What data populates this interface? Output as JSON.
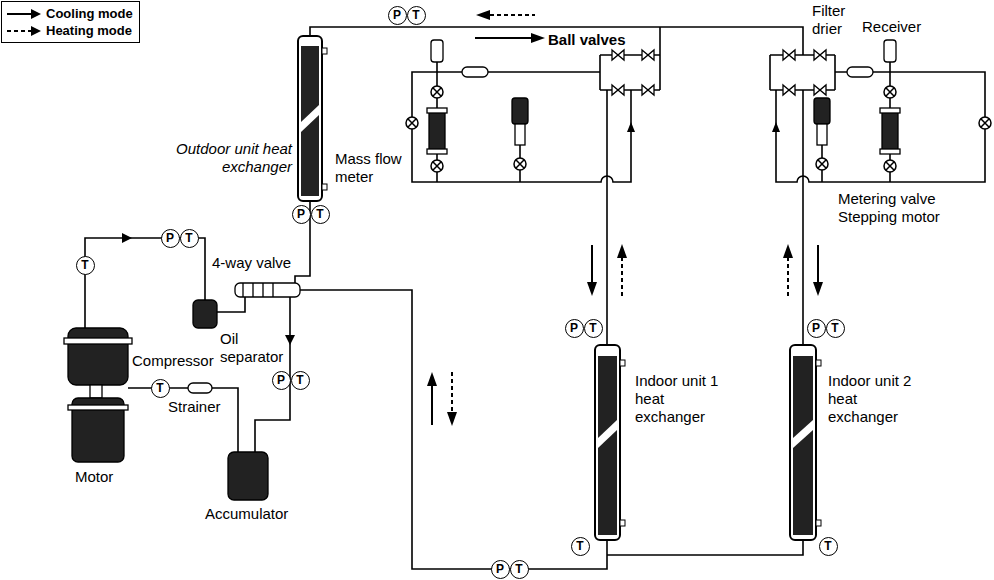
{
  "diagram": {
    "nodes": [
      {
        "text": [
          "P"
        ]
      },
      {
        "text": [
          "T"
        ]
      },
      {
        "text": [
          "P"
        ]
      },
      {
        "text": [
          "T"
        ]
      },
      {
        "text": [
          "P"
        ]
      },
      {
        "text": [
          "T"
        ]
      },
      {
        "text": [
          "T"
        ]
      },
      {
        "text": [
          "P"
        ]
      },
      {
        "text": [
          "T"
        ]
      },
      {
        "text": [
          "P"
        ]
      },
      {
        "text": [
          "T"
        ]
      },
      {
        "text": [
          "P"
        ]
      },
      {
        "text": [
          "T"
        ]
      },
      {
        "text": [
          "T"
        ]
      },
      {
        "text": [
          "T"
        ]
      },
      {
        "text": [
          "T"
        ]
      },
      {
        "text": [
          "P"
        ]
      },
      {
        "text": [
          "T"
        ]
      }
    ],
    "labels": [
      "Outdoor unit heat exchanger",
      "4-way valve",
      "Oil separator",
      "Compressor",
      "Strainer",
      "Motor",
      "Accumulator",
      "Ball valves",
      "Filter drier",
      "Receiver",
      "Mass flow meter",
      "Metering valve Stepping motor",
      "Indoor unit 1 heat exchanger",
      "Indoor unit 2 heat exchanger"
    ],
    "legend": [
      {
        "text": "Cooling mode"
      },
      {
        "text": "Heating mode"
      }
    ]
  }
}
